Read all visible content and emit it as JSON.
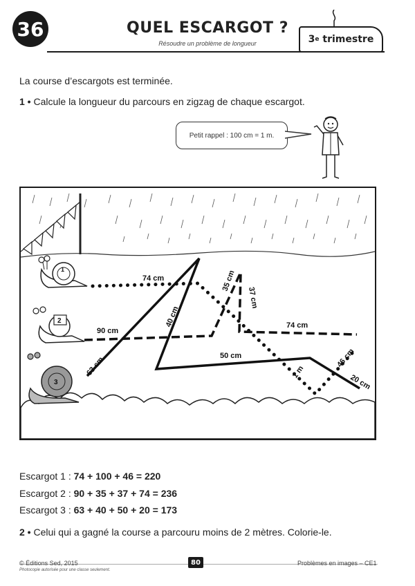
{
  "header": {
    "number": "36",
    "title": "QUEL ESCARGOT ?",
    "subtitle": "Résoudre un problème de longueur",
    "trimestre_num": "3",
    "trimestre_sup": "e",
    "trimestre_word": "trimestre"
  },
  "intro": "La course d’escargots est terminée.",
  "question1": {
    "num": "1",
    "text": "Calcule la longueur du parcours en zigzag de chaque escargot."
  },
  "bubble": "Petit rappel : 100 cm = 1 m.",
  "scene": {
    "labels": {
      "l74a": "74 cm",
      "l35": "35 cm",
      "l37": "37 cm",
      "l74b": "74 cm",
      "l90": "90 cm",
      "l40": "40 cm",
      "l63": "63 cm",
      "l50": "50 cm",
      "l1m": "1 m",
      "l46": "46 cm",
      "l20": "20 cm"
    },
    "snail_numbers": [
      "1",
      "2",
      "3"
    ]
  },
  "answers": [
    {
      "prefix": "Escargot 1 : ",
      "calc": "74 + 100 + 46 = 220"
    },
    {
      "prefix": "Escargot 2 : ",
      "calc": "90 + 35 + 37 + 74 = 236"
    },
    {
      "prefix": "Escargot 3 : ",
      "calc": "63 + 40 + 50 + 20 = 173"
    }
  ],
  "question2": {
    "num": "2",
    "text": "Celui qui a gagné la course a parcouru moins de 2 mètres. Colorie-le."
  },
  "footer": {
    "left": "© Éditions Sed, 2015",
    "left_small": "Photocopie autorisée pour une classe seulement.",
    "page": "80",
    "right": "Problèmes en images – CE1"
  }
}
